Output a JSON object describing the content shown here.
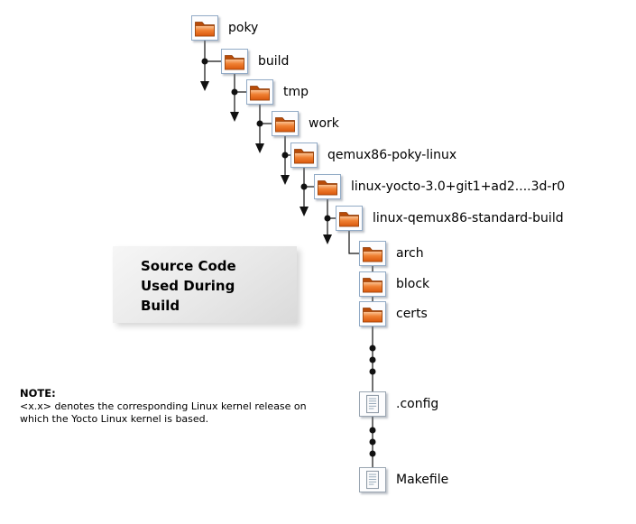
{
  "diagram": {
    "title_box": {
      "lines": {
        "0": "Source Code",
        "1": "Used During",
        "2": "Build"
      }
    },
    "note": {
      "label": "NOTE:",
      "line1": "<x.x> denotes the corresponding Linux kernel release on",
      "line2": "which the Yocto Linux kernel is based."
    },
    "tree": {
      "nodes": [
        {
          "label": "poky",
          "icon": "folder-icon"
        },
        {
          "label": "build",
          "icon": "folder-icon"
        },
        {
          "label": "tmp",
          "icon": "folder-icon"
        },
        {
          "label": "work",
          "icon": "folder-icon"
        },
        {
          "label": "qemux86-poky-linux",
          "icon": "folder-icon"
        },
        {
          "label": "linux-yocto-3.0+git1+ad2....3d-r0",
          "icon": "folder-icon"
        },
        {
          "label": "linux-qemux86-standard-build",
          "icon": "folder-icon"
        },
        {
          "label": "arch",
          "icon": "folder-icon"
        },
        {
          "label": "block",
          "icon": "folder-icon"
        },
        {
          "label": "certs",
          "icon": "folder-icon"
        },
        {
          "label": ".config",
          "icon": "file-icon"
        },
        {
          "label": "Makefile",
          "icon": "file-icon"
        }
      ],
      "ellipsis_groups": 2
    },
    "colors": {
      "folder_orange_light": "#fcc89b",
      "folder_orange_dark": "#d9570c",
      "icon_box_border": "#92abc6",
      "connector": "#111111",
      "title_box_bg": "#e8e8e8"
    }
  }
}
